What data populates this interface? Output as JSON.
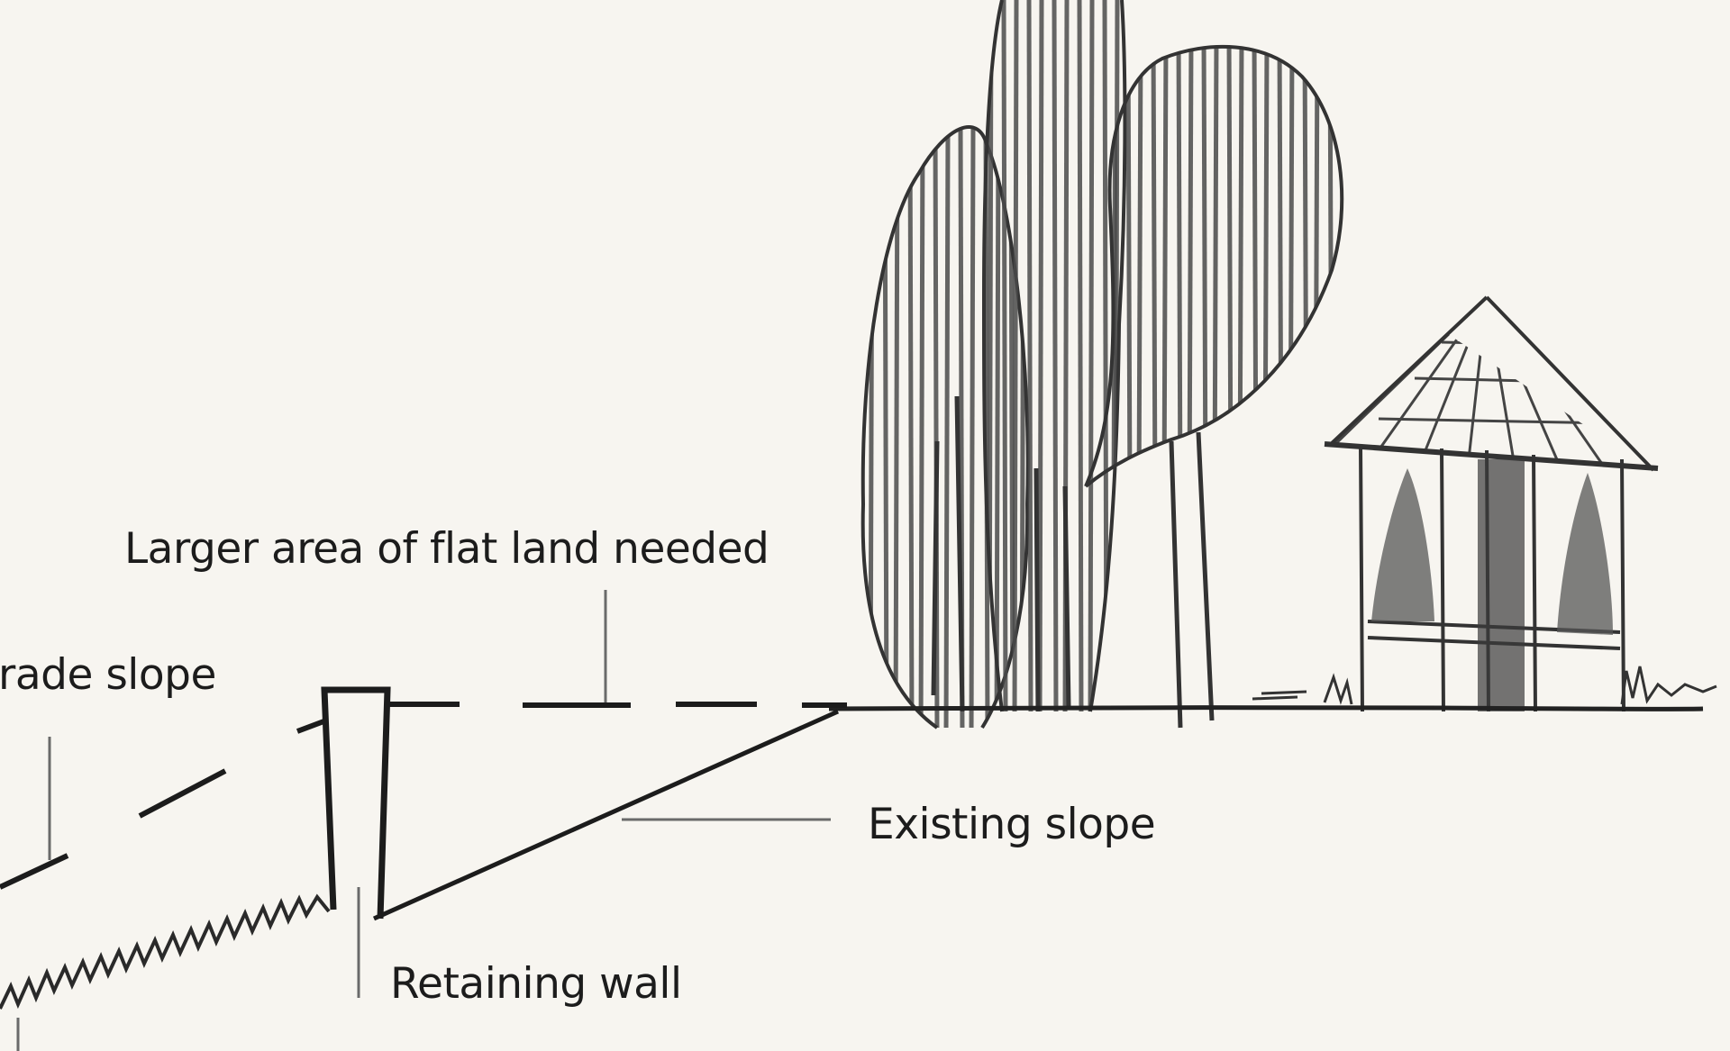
{
  "colors": {
    "paper": "#f7f5f0",
    "ink": "#1c1c1c",
    "pencil": "#4a4a4a",
    "leader": "#6a6a6a"
  },
  "labels": {
    "flat_land": "Larger area of flat land needed",
    "grade_slope": "rade slope",
    "existing_slope": "Existing slope",
    "retaining_wall": "Retaining wall"
  },
  "icons": {
    "trees": "tree-group-icon",
    "gazebo": "gazebo-icon",
    "grass": "grass-tuft-icon"
  }
}
